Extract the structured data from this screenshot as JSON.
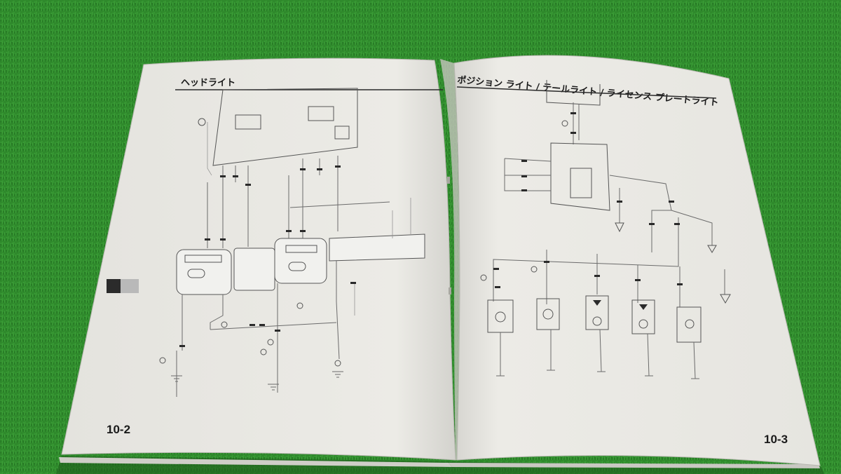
{
  "left_page": {
    "title": "ヘッドライト",
    "page_number": "10-2"
  },
  "right_page": {
    "title": "ポジション ライト / テールライト / ライセンス プレートライト",
    "page_number": "10-3"
  },
  "colors": {
    "grass": "#2f8a2c",
    "paper": "#ecebe6",
    "tab_dark": "#2b2b2b",
    "tab_light": "#b9b9b9"
  }
}
